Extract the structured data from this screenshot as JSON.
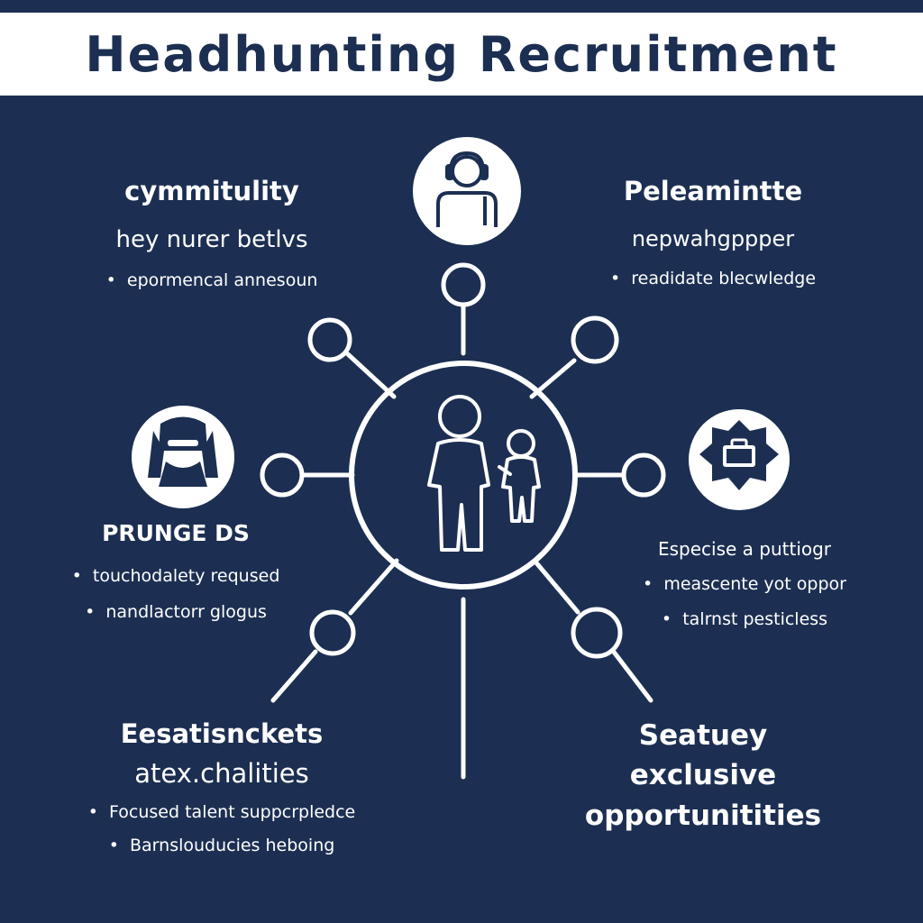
{
  "title": "Headhunting Recruitment",
  "colors": {
    "background": "#1c2f52",
    "foreground": "#ffffff"
  },
  "icons": {
    "top": "headset-person-icon",
    "left": "vr-headset-person-icon",
    "right": "badge-briefcase-icon",
    "center": "adult-and-child-icon"
  },
  "blocks": {
    "top_left": {
      "heading": "cymmitulity",
      "subheading": "hey nurer betlvs",
      "bullets": [
        "epormencal annesoun"
      ]
    },
    "top_right": {
      "heading": "Peleamintte",
      "subheading": "nepwahgppper",
      "bullets": [
        "readidate blecwledge"
      ]
    },
    "mid_left": {
      "heading": "PRUNGE DS",
      "bullets": [
        "touchodalety reqused",
        "nandlactorr glogus"
      ]
    },
    "mid_right": {
      "subheading": "Especise a puttiogr",
      "bullets": [
        "meascente yot oppor",
        "talrnst pesticless"
      ]
    },
    "bottom_left": {
      "heading": "Eesatisnckets",
      "subheading": "atex.chalities",
      "bullets": [
        "Focused talent suppcrpledce",
        "Barnslouducies heboing"
      ]
    },
    "bottom_right": {
      "heading_lines": [
        "Seatuey",
        "exclusive",
        "opportunitities"
      ]
    }
  }
}
